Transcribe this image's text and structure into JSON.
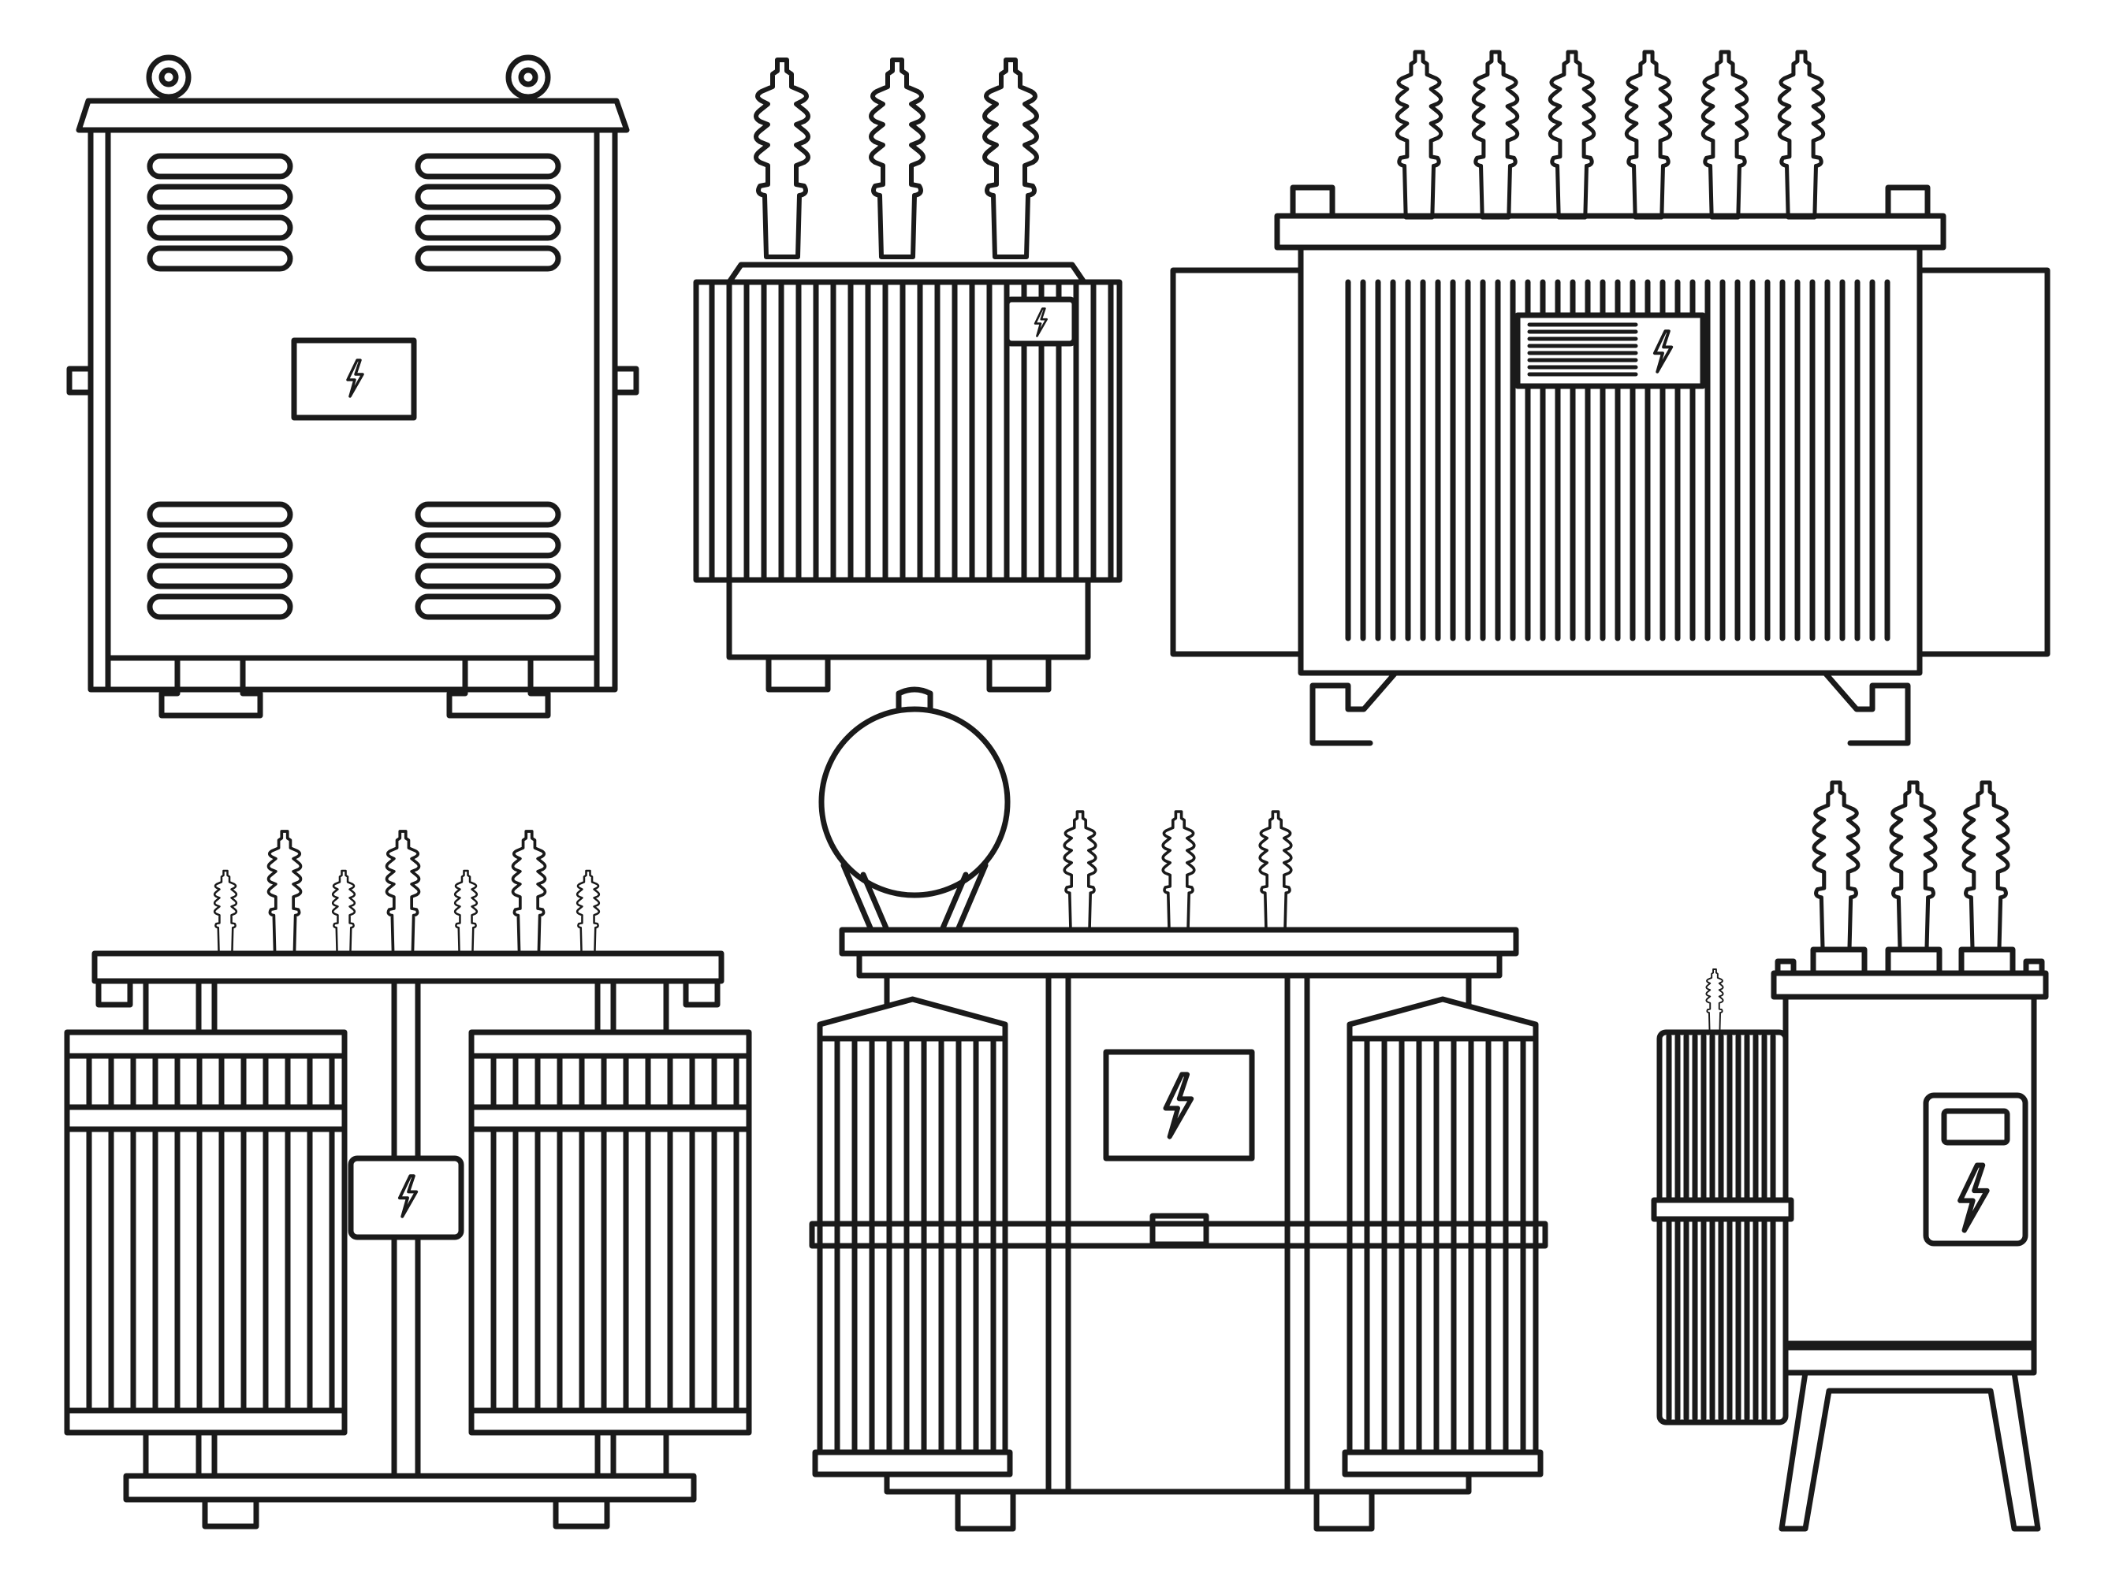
{
  "figure": {
    "background_color": "#ffffff",
    "stroke_color": "#1a1a1a",
    "hazard_symbol": "lightning-bolt-icon",
    "items": [
      {
        "name": "cabinet-transformer",
        "features": [
          "lifting-eyes",
          "louvered-vents",
          "hazard-plate",
          "base-feet"
        ]
      },
      {
        "name": "small-finned-transformer",
        "features": [
          "three-bushings",
          "radiator-fins",
          "hazard-plate",
          "base-feet"
        ]
      },
      {
        "name": "large-oil-transformer",
        "features": [
          "six-bushings",
          "side-radiator-panels",
          "nameplate",
          "hazard-plate",
          "base-feet"
        ]
      },
      {
        "name": "twin-radiator-transformer",
        "features": [
          "seven-bushings",
          "two-radiator-banks",
          "hazard-plate",
          "skid-base"
        ]
      },
      {
        "name": "conservator-tank-transformer",
        "features": [
          "conservator-tank",
          "three-bushings",
          "two-radiator-banks",
          "hazard-plate",
          "base-feet"
        ]
      },
      {
        "name": "pole-mount-transformer",
        "features": [
          "three-bushings",
          "side-radiator",
          "hazard-panel",
          "splayed-legs"
        ]
      }
    ]
  }
}
